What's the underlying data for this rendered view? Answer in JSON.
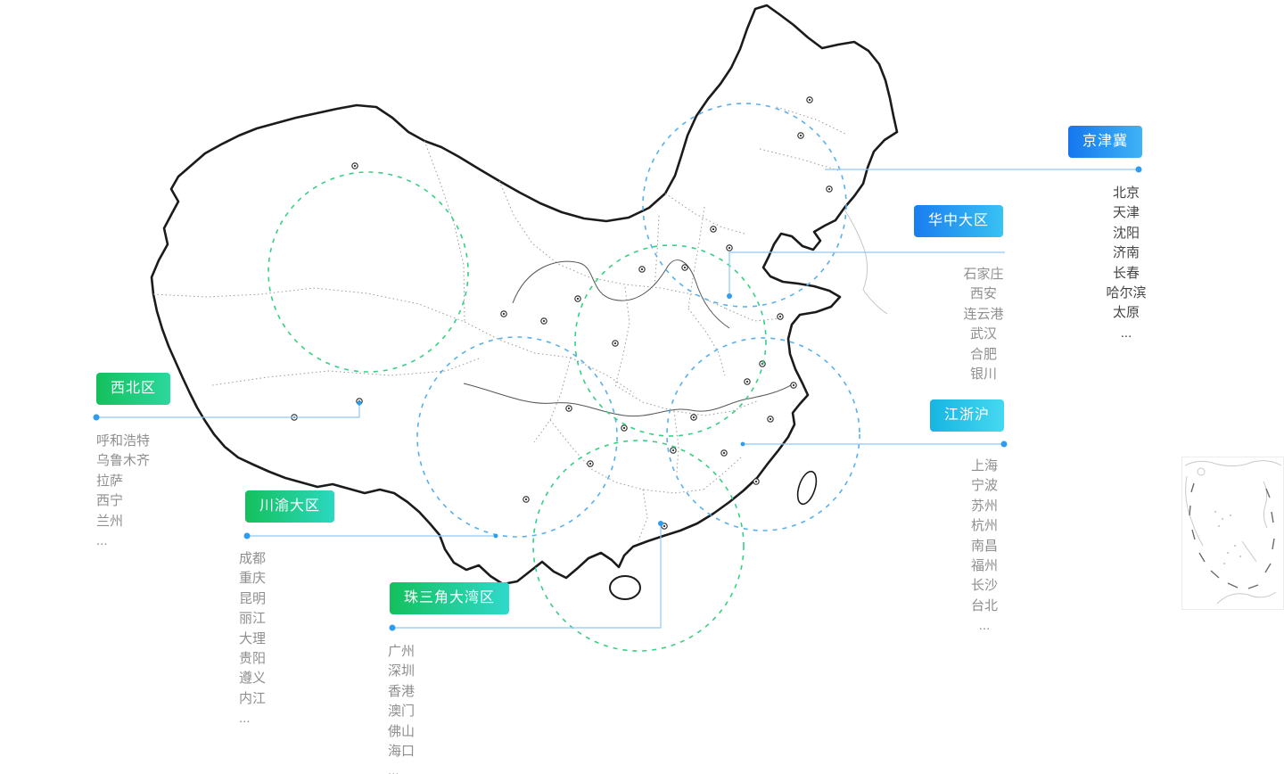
{
  "regions": [
    {
      "id": "jingjinji",
      "label": "京津冀",
      "label_colors": [
        "#1577ee",
        "#3fb3f6"
      ],
      "cities": [
        "北京",
        "天津",
        "沈阳",
        "济南",
        "长春",
        "哈尔滨",
        "太原",
        "..."
      ]
    },
    {
      "id": "huazhong",
      "label": "华中大区",
      "label_colors": [
        "#1a7df0",
        "#38c2f2"
      ],
      "cities": [
        "石家庄",
        "西安",
        "连云港",
        "武汉",
        "合肥",
        "银川"
      ]
    },
    {
      "id": "xibei",
      "label": "西北区",
      "label_colors": [
        "#14c05c",
        "#2bd89e"
      ],
      "cities": [
        "呼和浩特",
        "乌鲁木齐",
        "拉萨",
        "西宁",
        "兰州",
        "..."
      ]
    },
    {
      "id": "jiangzhehu",
      "label": "江浙沪",
      "label_colors": [
        "#17b5e2",
        "#45d8f0"
      ],
      "cities": [
        "上海",
        "宁波",
        "苏州",
        "杭州",
        "南昌",
        "福州",
        "长沙",
        "台北",
        "..."
      ]
    },
    {
      "id": "chuanyu",
      "label": "川渝大区",
      "label_colors": [
        "#14c05c",
        "#2bd8c0"
      ],
      "cities": [
        "成都",
        "重庆",
        "昆明",
        "丽江",
        "大理",
        "贵阳",
        "遵义",
        "内江",
        "..."
      ]
    },
    {
      "id": "zhusanjiao",
      "label": "珠三角大湾区",
      "label_colors": [
        "#14c05c",
        "#2fd9cc"
      ],
      "cities": [
        "广州",
        "深圳",
        "香港",
        "澳门",
        "佛山",
        "海口",
        "..."
      ]
    }
  ],
  "colors": {
    "circle_blue": "#56b0f0",
    "circle_green": "#35d083",
    "connector_line": "#90c8f4",
    "connector_dot": "#2e9df0",
    "map_outline": "#1b1b1b",
    "city_text": "#8f8f8f",
    "city_text_dark": "#454545"
  }
}
